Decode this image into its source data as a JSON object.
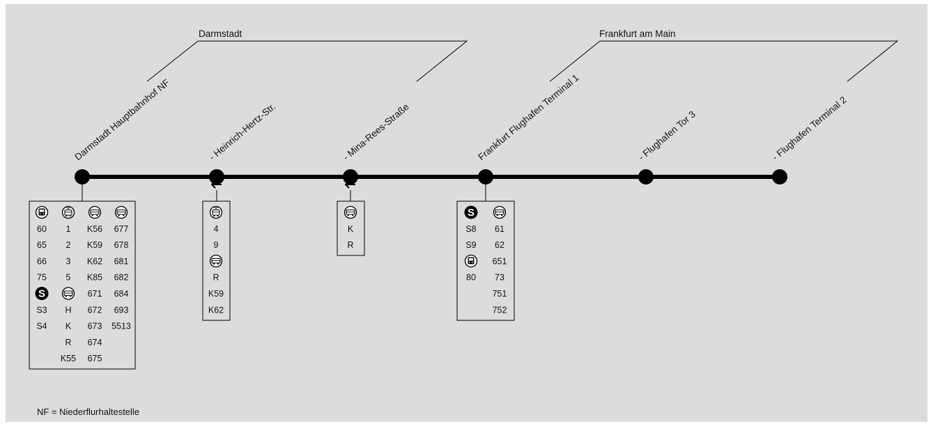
{
  "regions": [
    {
      "name": "Darmstadt"
    },
    {
      "name": "Frankfurt am Main"
    }
  ],
  "stops": [
    {
      "label": "Darmstadt Hauptbahnhof NF"
    },
    {
      "label": "- Heinrich-Hertz-Str."
    },
    {
      "label": "- Mina-Rees-Straße"
    },
    {
      "label": "Frankfurt Flughafen Terminal 1"
    },
    {
      "label": "- Flughafen Tor 3"
    },
    {
      "label": "- Flughafen Terminal 2"
    }
  ],
  "boxes": [
    {
      "stop": "Darmstadt Hauptbahnhof NF",
      "direction_arrow": false,
      "columns": [
        [
          "icon:regional-bus-icon",
          "60",
          "65",
          "66",
          "75",
          "icon:s-bahn-icon",
          "S3",
          "S4"
        ],
        [
          "icon:tram-icon",
          "1",
          "2",
          "3",
          "5",
          "icon:bus-icon",
          "H",
          "K",
          "R",
          "K55"
        ],
        [
          "icon:bus-icon",
          "K56",
          "K59",
          "K62",
          "K85",
          "671",
          "672",
          "673",
          "674",
          "675"
        ],
        [
          "icon:bus-icon",
          "677",
          "678",
          "681",
          "682",
          "684",
          "693",
          "5513"
        ]
      ]
    },
    {
      "stop": "- Heinrich-Hertz-Str.",
      "direction_arrow": true,
      "columns": [
        [
          "icon:tram-icon",
          "4",
          "9",
          "icon:bus-icon",
          "R",
          "K59",
          "K62"
        ]
      ]
    },
    {
      "stop": "- Mina-Rees-Straße",
      "direction_arrow": true,
      "columns": [
        [
          "icon:bus-icon",
          "K",
          "R"
        ]
      ]
    },
    {
      "stop": "Frankfurt Flughafen Terminal 1",
      "direction_arrow": false,
      "columns": [
        [
          "icon:s-bahn-icon",
          "S8",
          "S9",
          "icon:regional-bus-icon",
          "80"
        ],
        [
          "icon:bus-icon",
          "61",
          "62",
          "651",
          "73",
          "751",
          "752"
        ]
      ]
    }
  ],
  "footnote": "NF = Niederflurhaltestelle",
  "colors": {
    "background": "#dcdcdc",
    "line": "#000000"
  }
}
